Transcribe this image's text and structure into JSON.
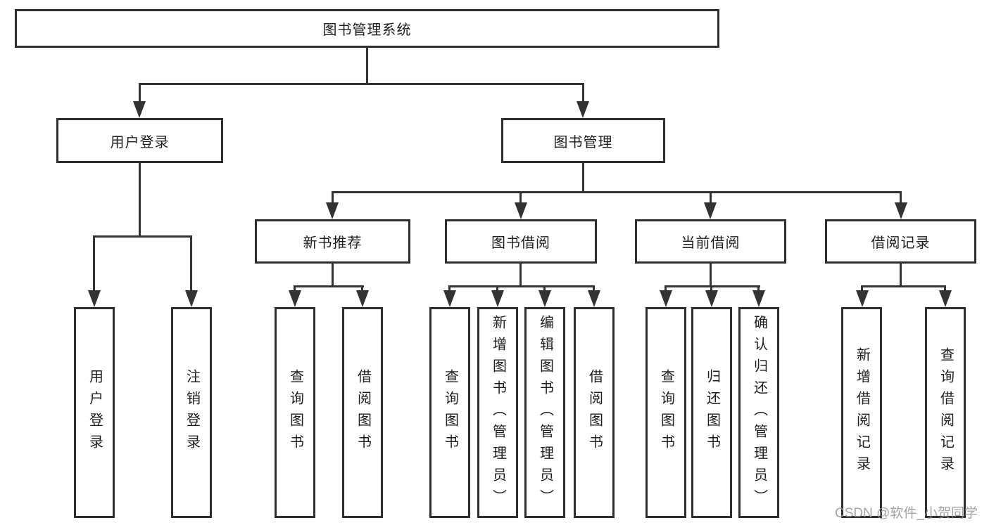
{
  "tree": {
    "root": "图书管理系统",
    "branches": [
      {
        "label": "用户登录",
        "children": [
          "用户登录",
          "注销登录"
        ]
      },
      {
        "label": "图书管理",
        "groups": [
          {
            "label": "新书推荐",
            "children": [
              "查询图书",
              "借阅图书"
            ]
          },
          {
            "label": "图书借阅",
            "children": [
              "查询图书",
              "新增图书（管理员）",
              "编辑图书（管理员）",
              "借阅图书"
            ]
          },
          {
            "label": "当前借阅",
            "children": [
              "查询图书",
              "归还图书",
              "确认归还（管理员）"
            ]
          },
          {
            "label": "借阅记录",
            "children": [
              "新增借阅记录",
              "查询借阅记录"
            ]
          }
        ]
      }
    ]
  },
  "watermark": {
    "text": "CSDN @软件_小贺同学"
  },
  "colors": {
    "line": "#333333",
    "box_border": "#2e2e2e",
    "text": "#1e1e1e",
    "watermark": "#969696",
    "background": "#ffffff"
  }
}
